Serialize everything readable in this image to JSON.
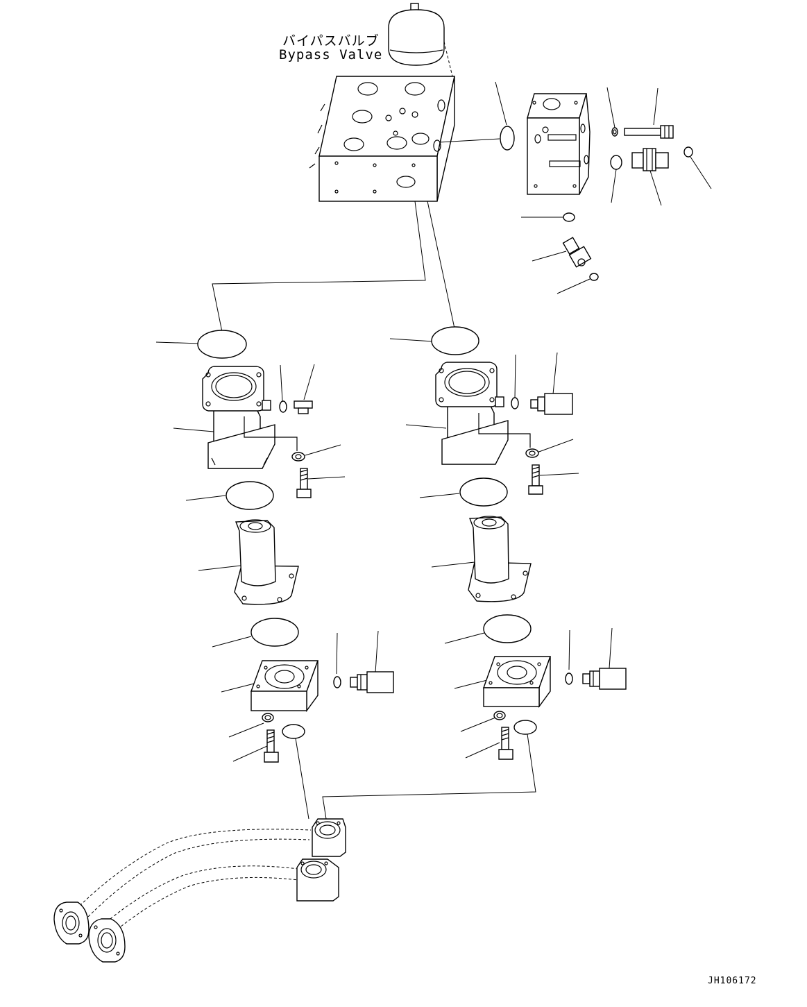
{
  "diagram": {
    "component_label_jp": "バイパスバルブ",
    "component_label_en": "Bypass Valve",
    "document_id": "JH106172"
  },
  "colors": {
    "background": "#ffffff",
    "line": "#000000"
  }
}
